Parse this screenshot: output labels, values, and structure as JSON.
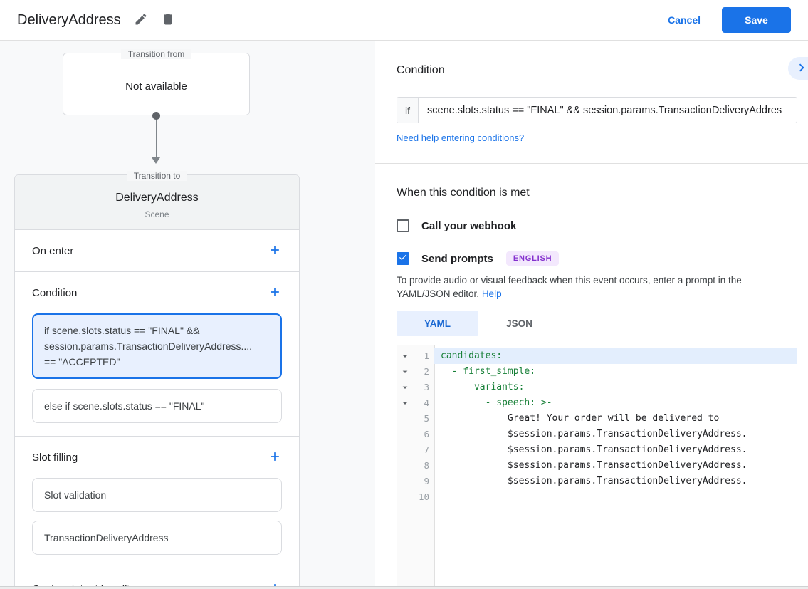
{
  "header": {
    "title": "DeliveryAddress",
    "cancel_label": "Cancel",
    "save_label": "Save"
  },
  "diagram": {
    "from_legend": "Transition from",
    "from_content": "Not available",
    "to_legend": "Transition to"
  },
  "scene": {
    "title": "DeliveryAddress",
    "subtitle": "Scene",
    "sections": [
      {
        "label": "On enter"
      },
      {
        "label": "Condition"
      },
      {
        "label": "Slot filling"
      },
      {
        "label": "Custom intent handling"
      }
    ],
    "condition_cards": [
      {
        "selected": true,
        "lines": [
          "if scene.slots.status == \"FINAL\" &&",
          "session.params.TransactionDeliveryAddress....",
          "== \"ACCEPTED\""
        ]
      },
      {
        "selected": false,
        "lines": [
          "else if scene.slots.status == \"FINAL\""
        ]
      }
    ],
    "slot_cards": [
      "Slot validation",
      "TransactionDeliveryAddress"
    ]
  },
  "condition_panel": {
    "title": "Condition",
    "if_label": "if",
    "if_value": "scene.slots.status == \"FINAL\" && session.params.TransactionDeliveryAddres",
    "help_link": "Need help entering conditions?"
  },
  "when_met": {
    "title": "When this condition is met",
    "webhook_label": "Call your webhook",
    "webhook_checked": false,
    "prompts_label": "Send prompts",
    "prompts_checked": true,
    "language_badge": "ENGLISH",
    "description": "To provide audio or visual feedback when this event occurs, enter a prompt in the YAML/JSON editor.",
    "help_label": "Help"
  },
  "editor": {
    "tabs": [
      {
        "label": "YAML",
        "active": true
      },
      {
        "label": "JSON",
        "active": false
      }
    ],
    "lines": [
      {
        "num": "1",
        "green": "candidates:",
        "plain": "",
        "collapser": true,
        "highlight": true
      },
      {
        "num": "2",
        "green": "  - first_simple:",
        "plain": "",
        "collapser": true
      },
      {
        "num": "3",
        "green": "      variants:",
        "plain": "",
        "collapser": true
      },
      {
        "num": "4",
        "green": "        - speech: >-",
        "plain": "",
        "collapser": true
      },
      {
        "num": "5",
        "green": "",
        "plain": "            Great! Your order will be delivered to"
      },
      {
        "num": "6",
        "green": "",
        "plain": "            $session.params.TransactionDeliveryAddress."
      },
      {
        "num": "7",
        "green": "",
        "plain": "            $session.params.TransactionDeliveryAddress."
      },
      {
        "num": "8",
        "green": "",
        "plain": "            $session.params.TransactionDeliveryAddress."
      },
      {
        "num": "9",
        "green": "",
        "plain": "            $session.params.TransactionDeliveryAddress."
      },
      {
        "num": "10",
        "green": "",
        "plain": ""
      }
    ]
  },
  "colors": {
    "accent_blue": "#1a73e8",
    "tab_active_bg": "#e8f0fe",
    "selected_card_bg": "#e8f0fe",
    "badge_bg": "#f3e8fd",
    "badge_text": "#8430ce",
    "code_key_green": "#188038"
  }
}
